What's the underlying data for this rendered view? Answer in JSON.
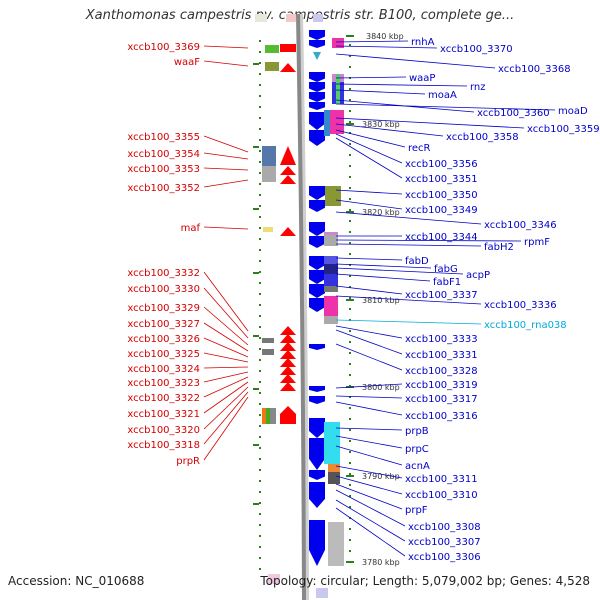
{
  "title": "Xanthomonas campestris pv. campestris str. B100, complete ge...",
  "footer": {
    "accession": "Accession: NC_010688",
    "topology": "Topology: circular; Length: 5,079,002 bp; Genes: 4,528"
  },
  "colors": {
    "left_label": "#d40000",
    "right_label": "#0000c8",
    "rna_label": "#00aadd",
    "backbone": "#888888",
    "gene_forward": "#ff0000",
    "gene_reverse": "#0000ee",
    "tick": "#2e7d1e"
  },
  "kbp_marks": [
    "3840 kbp",
    "3830 kbp",
    "3820 kbp",
    "3810 kbp",
    "3800 kbp",
    "3790 kbp",
    "3780 kbp"
  ],
  "left_labels": [
    "xccb100_3369",
    "waaF",
    "xccb100_3355",
    "xccb100_3354",
    "xccb100_3353",
    "xccb100_3352",
    "maf",
    "xccb100_3332",
    "xccb100_3330",
    "xccb100_3329",
    "xccb100_3327",
    "xccb100_3326",
    "xccb100_3325",
    "xccb100_3324",
    "xccb100_3323",
    "xccb100_3322",
    "xccb100_3321",
    "xccb100_3320",
    "xccb100_3318",
    "prpR"
  ],
  "right_labels": [
    "rnhA",
    "xccb100_3370",
    "xccb100_3368",
    "waaP",
    "rnz",
    "moaA",
    "xccb100_3360",
    "moaD",
    "xccb100_3359",
    "xccb100_3358",
    "recR",
    "xccb100_3356",
    "xccb100_3351",
    "xccb100_3350",
    "xccb100_3349",
    "xccb100_3346",
    "xccb100_3344",
    "rpmF",
    "fabH2",
    "fabD",
    "fabG",
    "acpP",
    "fabF1",
    "xccb100_3337",
    "xccb100_3336",
    "xccb100_rna038",
    "xccb100_3333",
    "xccb100_3331",
    "xccb100_3328",
    "xccb100_3319",
    "xccb100_3317",
    "xccb100_3316",
    "prpB",
    "prpC",
    "acnA",
    "xccb100_3311",
    "xccb100_3310",
    "prpF",
    "xccb100_3308",
    "xccb100_3307",
    "xccb100_3306"
  ]
}
